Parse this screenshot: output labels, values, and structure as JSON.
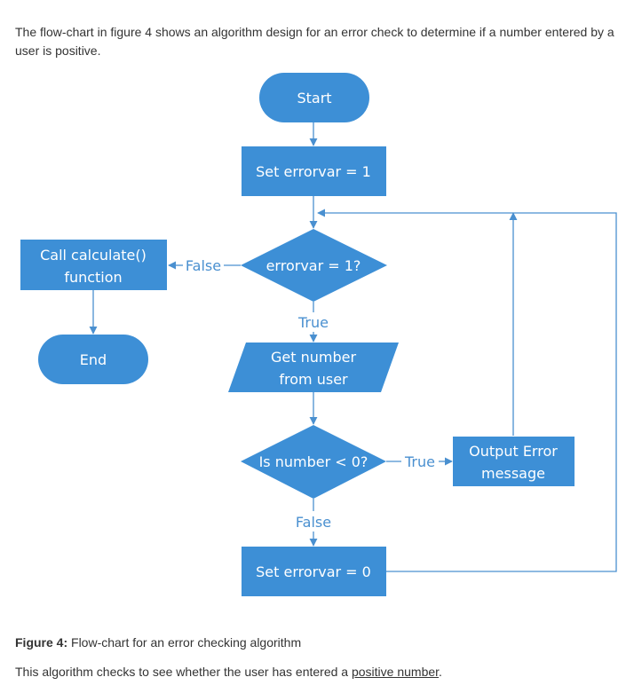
{
  "intro_text": "The flow-chart in figure 4 shows an algorithm design for an error check to determine if a number entered by a user is positive.",
  "flowchart": {
    "nodes": {
      "start": "Start",
      "set_errorvar_1": "Set errorvar = 1",
      "decision_errorvar": "errorvar = 1?",
      "call_calculate_line1": "Call calculate()",
      "call_calculate_line2": "function",
      "end": "End",
      "get_number_line1": "Get number",
      "get_number_line2": "from user",
      "decision_number": "Is number < 0?",
      "output_error_line1": "Output Error",
      "output_error_line2": "message",
      "set_errorvar_0": "Set errorvar = 0"
    },
    "edges": {
      "false_label_1": "False",
      "true_label_1": "True",
      "true_label_2": "True",
      "false_label_2": "False"
    },
    "colors": {
      "fill": "#3d8fd6",
      "line": "#4a90d0",
      "text": "#ffffff"
    }
  },
  "caption": {
    "label": "Figure 4:",
    "text": " Flow-chart for an error checking algorithm"
  },
  "summary": {
    "text_before": "This algorithm checks to see whether the user has entered a ",
    "link_text": "positive number",
    "text_after": "."
  }
}
